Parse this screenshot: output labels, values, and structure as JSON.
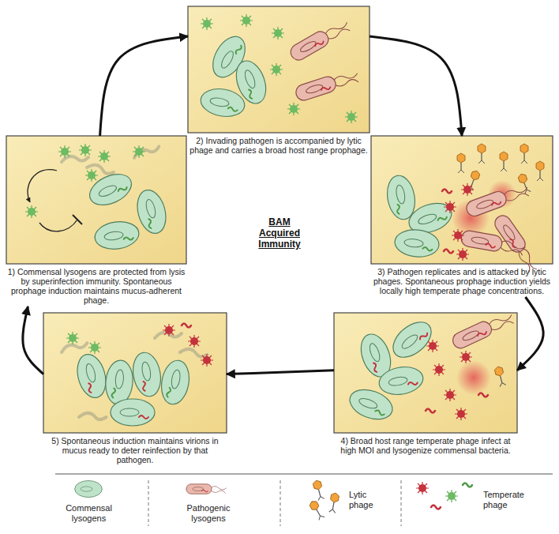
{
  "diagram": {
    "title": "BAM Acquired Immunity",
    "nodes": [
      {
        "text": [
          "1) Commensal lysogens are protected from lysis by superinfection immunity. Spontaneous prophage induction maintains mucus-adherent phage."
        ]
      },
      {
        "text": [
          "2) Invading pathogen is accompanied by lytic phage and carries a broad host range prophage."
        ]
      },
      {
        "text": [
          "3) Pathogen replicates and is attacked by lytic phages. Spontaneous prophage induction yields locally high temperate phage concentrations."
        ]
      },
      {
        "text": [
          "4) Broad host range temperate phage infect at high MOI and lysogenize commensal bacteria."
        ]
      },
      {
        "text": [
          "5) Spontaneous induction maintains virions in mucus ready to deter reinfection by that pathogen."
        ]
      }
    ],
    "edges": [
      {
        "from": 0,
        "to": 1,
        "arrow": "to"
      },
      {
        "from": 1,
        "to": 2,
        "arrow": "to"
      },
      {
        "from": 2,
        "to": 3,
        "arrow": "to"
      },
      {
        "from": 3,
        "to": 4,
        "arrow": "to"
      },
      {
        "from": 4,
        "to": 0,
        "arrow": "to"
      }
    ],
    "legend": [
      {
        "text": "Commensal lysogens"
      },
      {
        "text": "Pathogenic lysogens"
      },
      {
        "text": "Lytic phage"
      },
      {
        "text": "Temperate phage"
      }
    ]
  }
}
